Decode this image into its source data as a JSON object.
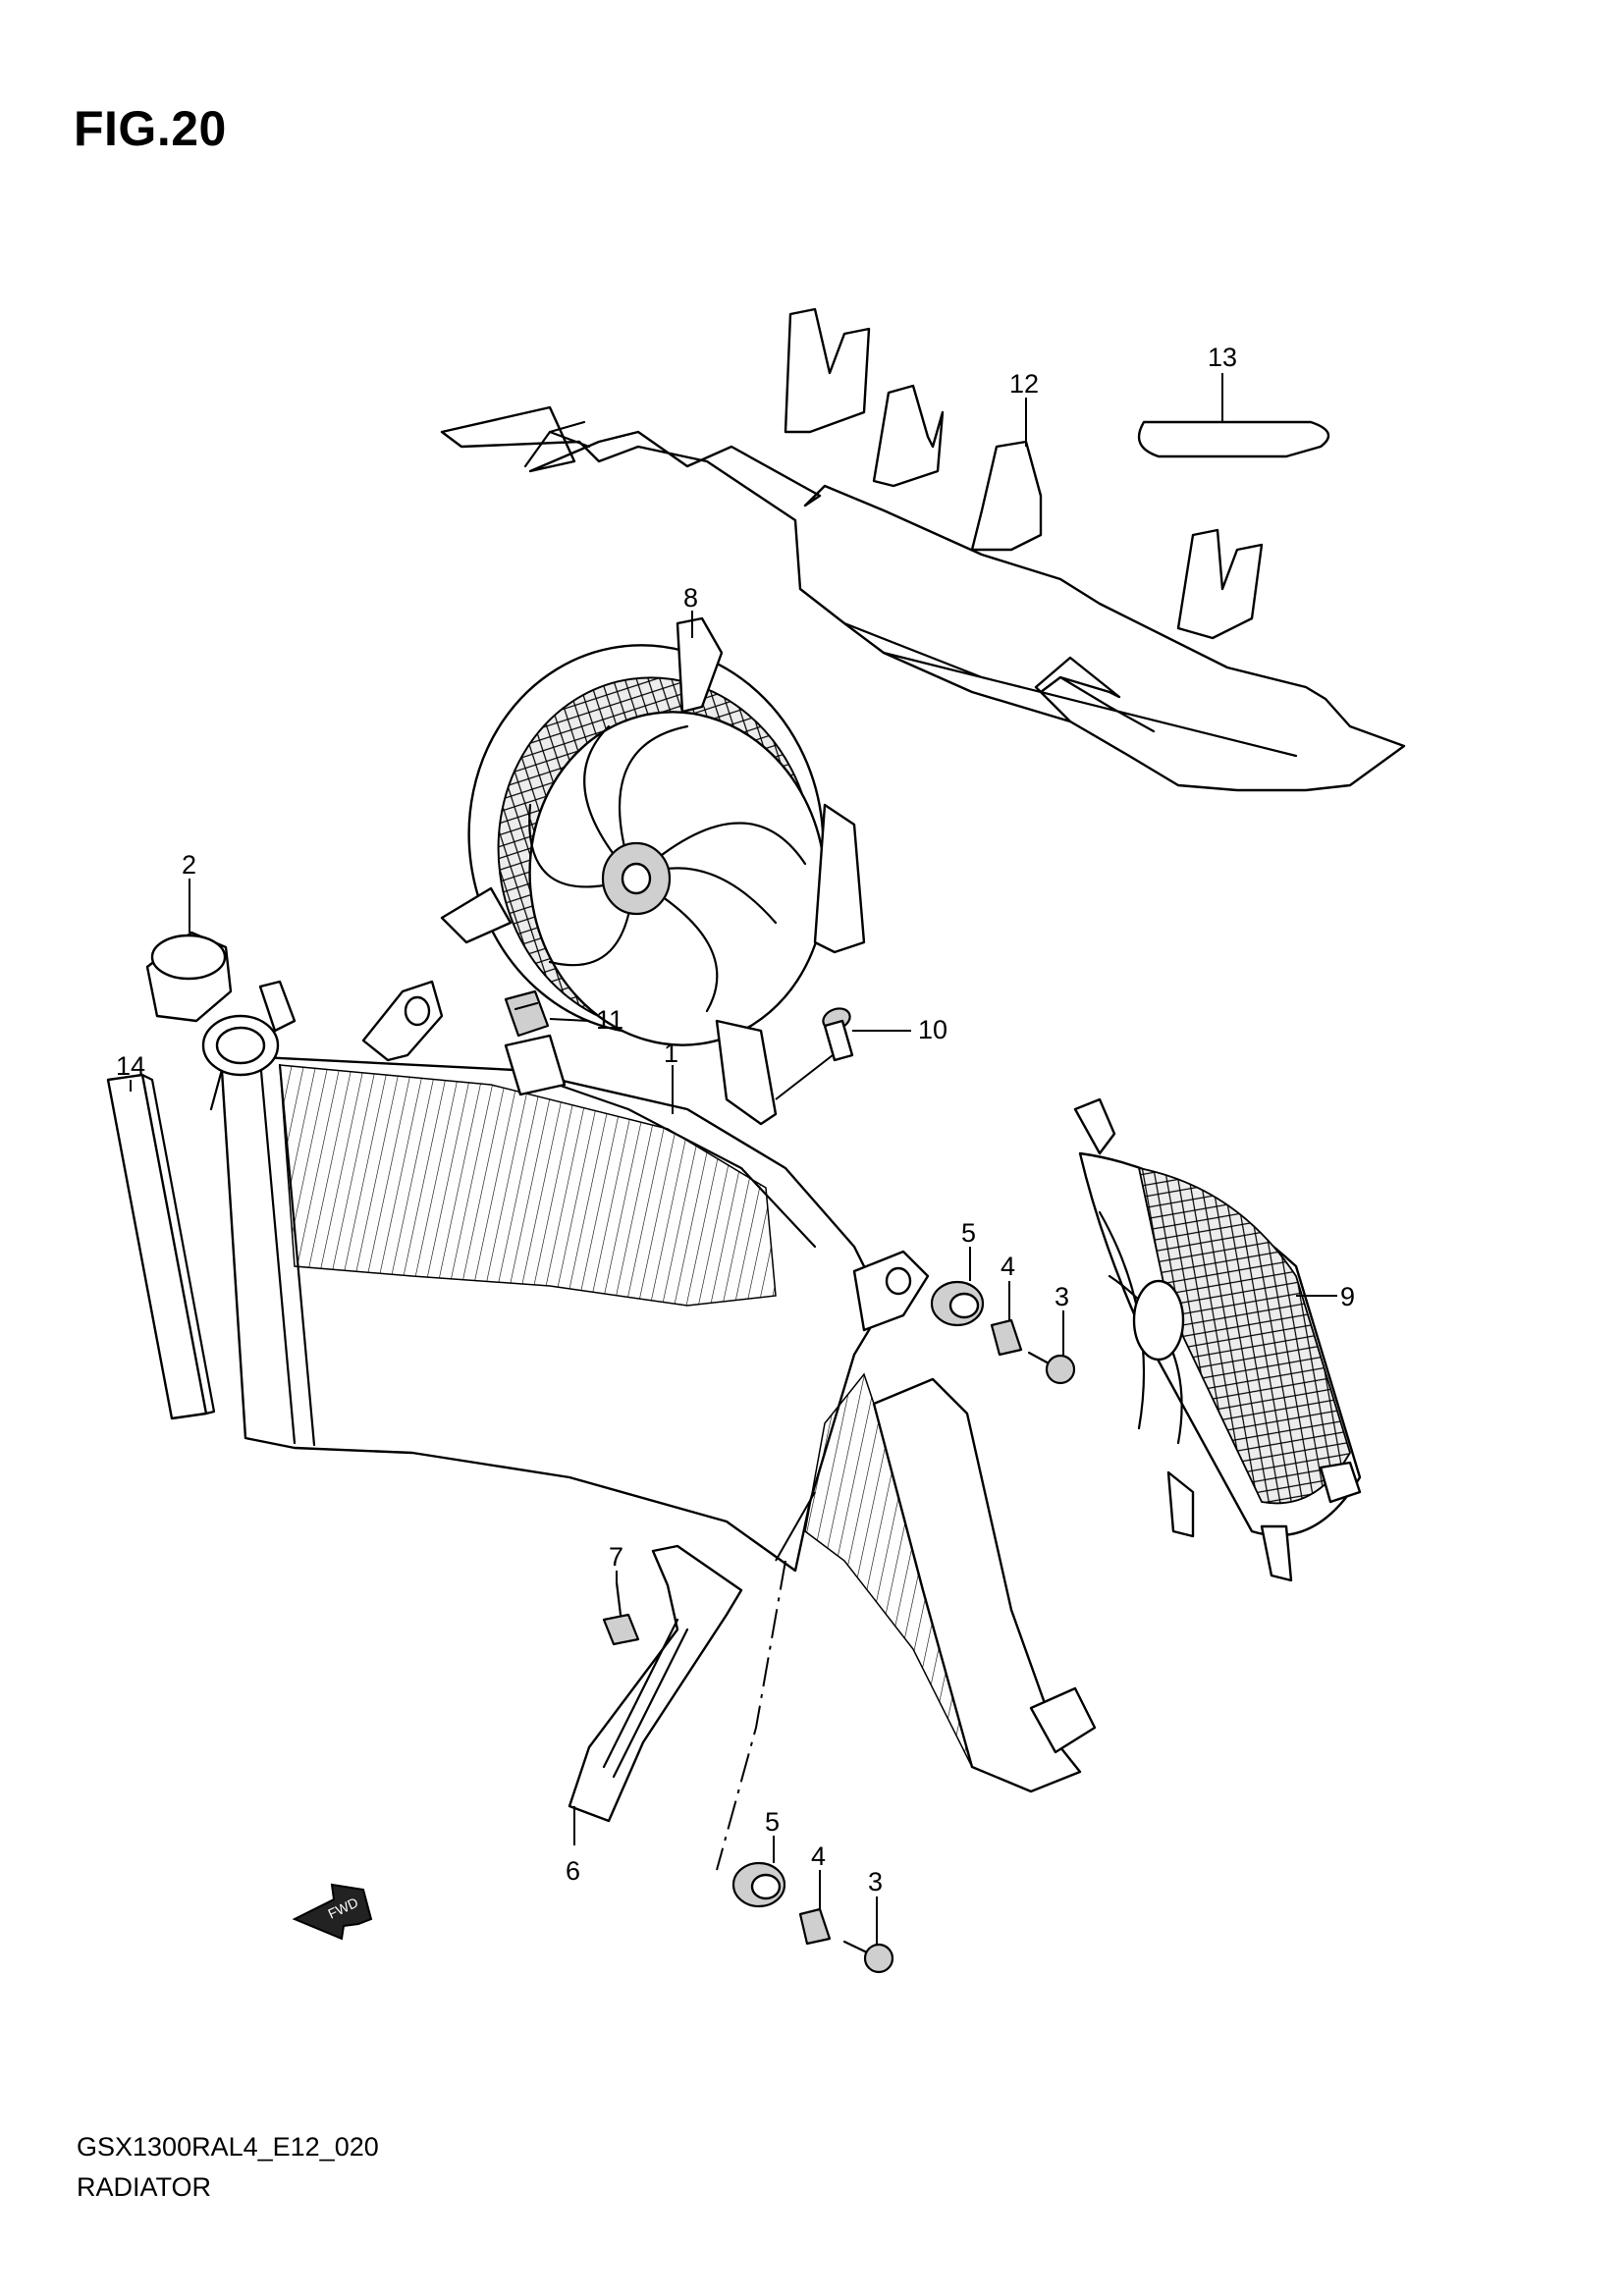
{
  "figure": {
    "title": "FIG.20",
    "code": "GSX1300RAL4_E12_020",
    "caption": "RADIATOR"
  },
  "callouts": [
    {
      "id": "c1",
      "label": "1"
    },
    {
      "id": "c2",
      "label": "2"
    },
    {
      "id": "c3a",
      "label": "3"
    },
    {
      "id": "c3b",
      "label": "3"
    },
    {
      "id": "c4a",
      "label": "4"
    },
    {
      "id": "c4b",
      "label": "4"
    },
    {
      "id": "c5a",
      "label": "5"
    },
    {
      "id": "c5b",
      "label": "5"
    },
    {
      "id": "c6",
      "label": "6"
    },
    {
      "id": "c7",
      "label": "7"
    },
    {
      "id": "c8",
      "label": "8"
    },
    {
      "id": "c9",
      "label": "9"
    },
    {
      "id": "c10",
      "label": "10"
    },
    {
      "id": "c11",
      "label": "11"
    },
    {
      "id": "c12",
      "label": "12"
    },
    {
      "id": "c13",
      "label": "13"
    },
    {
      "id": "c14",
      "label": "14"
    }
  ],
  "direction_arrow": {
    "label": "FWD"
  }
}
